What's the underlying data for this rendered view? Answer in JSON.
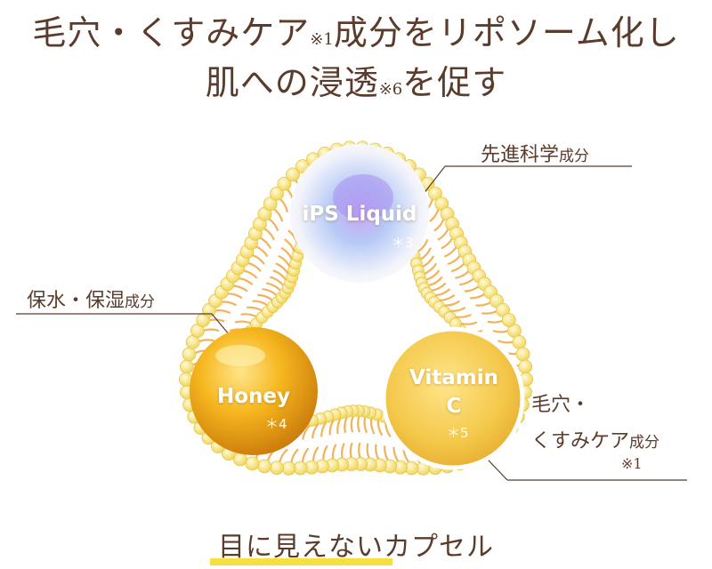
{
  "headline": {
    "line1_text": "毛穴・くすみケア",
    "line1_note": "※1",
    "line1_text2": "成分をリポソーム化し",
    "line2_text": "肌への浸透",
    "line2_note": "※6",
    "line2_text2": "を促す"
  },
  "callouts": {
    "top_right": {
      "main": "先進科学",
      "small": "成分"
    },
    "left": {
      "main": "保水・保湿",
      "small": "成分"
    },
    "right_line1": "毛穴・",
    "right_line2_main": "くすみケア",
    "right_line2_small": "成分",
    "right_note": "※1"
  },
  "orbs": {
    "ips": {
      "label": "iPS Liquid",
      "note": "＊3"
    },
    "honey": {
      "label": "Honey",
      "note": "＊4"
    },
    "vitamin": {
      "label_line1": "Vitamin",
      "label_line2": "C",
      "note": "＊5"
    }
  },
  "caption": {
    "text": "目に見えないカプセル"
  },
  "colors": {
    "text": "#5b3b2b",
    "lipid_head": "#f7e27a",
    "lipid_tail": "#f2b25a",
    "underline": "#f6e041"
  }
}
